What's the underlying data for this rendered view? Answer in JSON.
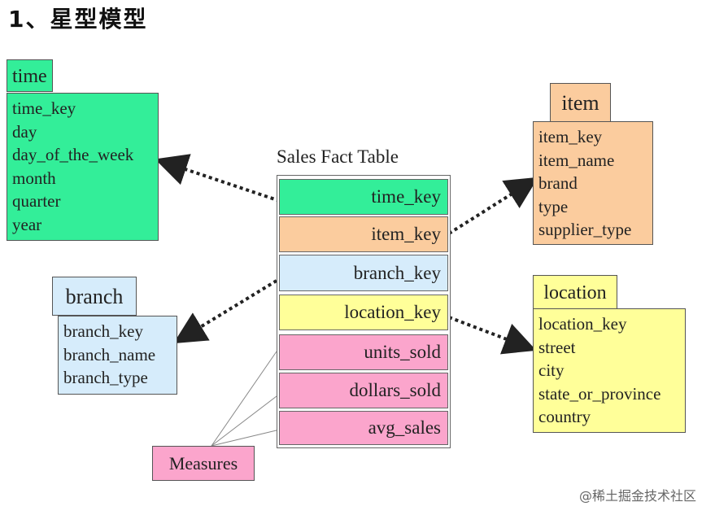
{
  "title": "1、星型模型",
  "fact": {
    "title": "Sales Fact Table",
    "rows": [
      "time_key",
      "item_key",
      "branch_key",
      "location_key",
      "units_sold",
      "dollars_sold",
      "avg_sales"
    ]
  },
  "time": {
    "name": "time",
    "fields": [
      "time_key",
      "day",
      "day_of_the_week",
      "month",
      "quarter",
      "year"
    ]
  },
  "item": {
    "name": "item",
    "fields": [
      "item_key",
      "item_name",
      "brand",
      "type",
      "supplier_type"
    ]
  },
  "branch": {
    "name": "branch",
    "fields": [
      "branch_key",
      "branch_name",
      "branch_type"
    ]
  },
  "location": {
    "name": "location",
    "fields": [
      "location_key",
      "street",
      "city",
      "state_or_province",
      "country"
    ]
  },
  "measures_label": "Measures",
  "watermark": "@稀土掘金技术社区",
  "colors": {
    "time": "#33ee99",
    "item": "#fbcc9e",
    "branch": "#d6ecfb",
    "location": "#ffff99",
    "measures": "#fba5cc"
  }
}
